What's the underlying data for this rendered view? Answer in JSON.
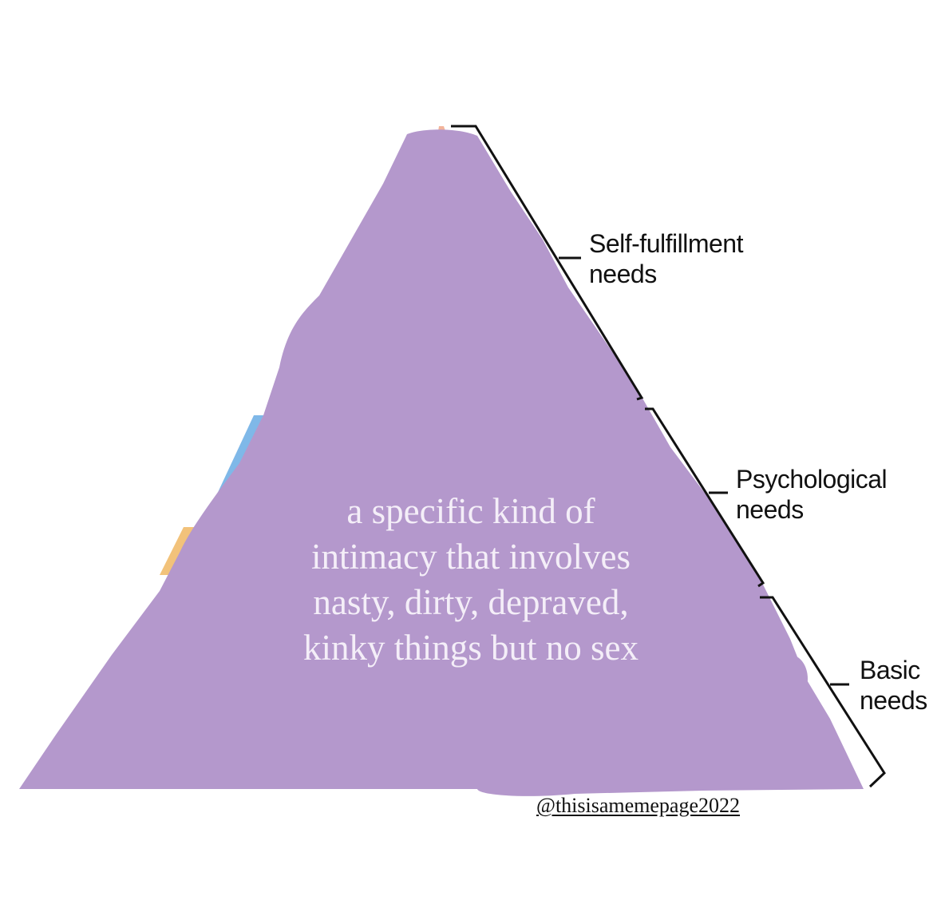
{
  "pyramid": {
    "tiers": [
      {
        "id": "self",
        "label_lines": [
          "Self-fulfillment",
          "needs"
        ]
      },
      {
        "id": "psych",
        "label_lines": [
          "Psychological",
          "needs"
        ]
      },
      {
        "id": "basic",
        "label_lines": [
          "Basic",
          "needs"
        ]
      }
    ],
    "overlay_caption_lines": [
      "a specific kind of",
      "intimacy that involves",
      "nasty, dirty, depraved,",
      "kinky things but no sex"
    ]
  },
  "watermark": "@thisisamemepage2022",
  "colors": {
    "overlay_fill": "#b498cc",
    "caption_text": "#f4eef8",
    "edge_blue": "#7fb8e8",
    "edge_orange": "#f2c27a",
    "bracket_stroke": "#111111"
  }
}
